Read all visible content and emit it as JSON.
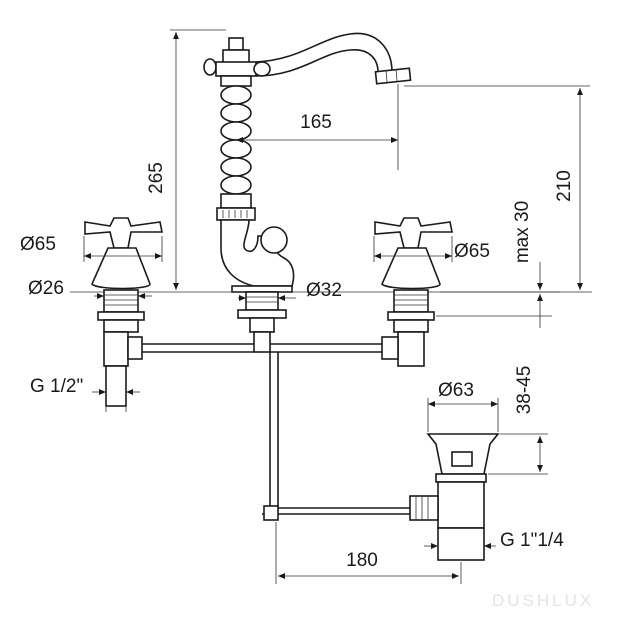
{
  "dimensions": {
    "spout_height": "265",
    "spout_reach": "165",
    "outlet_height": "210",
    "deck_thickness_max": "max 30",
    "handle_left_diameter": "Ø65",
    "handle_right_diameter": "Ø65",
    "valve_body_diameter": "Ø26",
    "spout_base_diameter": "Ø32",
    "inlet_thread": "G 1/2\"",
    "drain_flange_diameter": "Ø63",
    "drain_height_range": "38-45",
    "drain_thread": "G 1\"1/4",
    "drain_spacing": "180"
  },
  "watermark": "DUSHLUX"
}
